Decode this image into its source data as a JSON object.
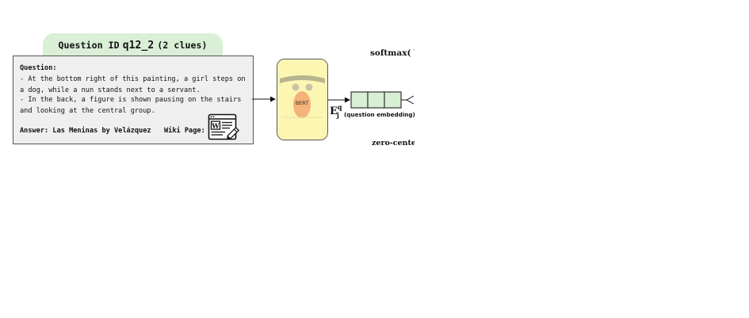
{
  "question_tab": {
    "prefix": "Question ID",
    "id": "q12_2",
    "clues": "(2 clues)"
  },
  "question_box": {
    "label": "Question:",
    "clue1": "- At the bottom right of this painting, a girl steps on a dog, while a nun stands next to a servant.",
    "clue2": "- In the back, a figure is shown pausing on the stairs and looking at the central group.",
    "answer": "Answer: Las Meninas by Velázquez",
    "wiki_label": "Wiki Page:",
    "wiki_icon": "wiki-document-icon",
    "wiki_icon_letter": "W"
  },
  "encoder": {
    "label": "BERT",
    "icon": "bert-muppet-icon"
  },
  "embedding": {
    "symbol": "E",
    "subscript": "j",
    "superscript": "q",
    "caption": "(question embedding)"
  },
  "formulas": {
    "softmax": "softmax( W",
    "zero_center": "zero-center"
  },
  "colors": {
    "tab_green": "#d9efd6",
    "box_gray": "#efefef",
    "bert_yellow": "#fdf6b3",
    "bert_mouth": "#f5b27a",
    "embedding_green": "#d7efd3"
  }
}
